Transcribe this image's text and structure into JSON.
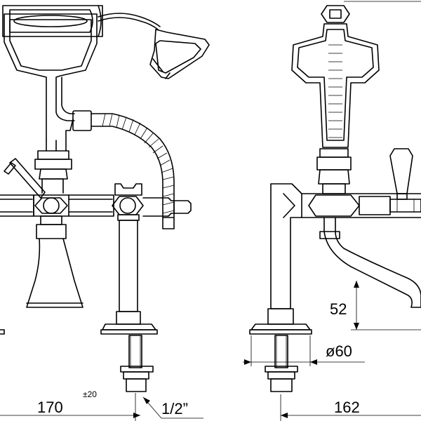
{
  "dimensions": {
    "width_spacing": "170",
    "tolerance": "±20",
    "thread_size": "1/2”",
    "height_spout": "52",
    "diameter": "ø60",
    "depth": "162"
  },
  "views": {
    "front": "front-elevation",
    "side": "side-elevation"
  }
}
